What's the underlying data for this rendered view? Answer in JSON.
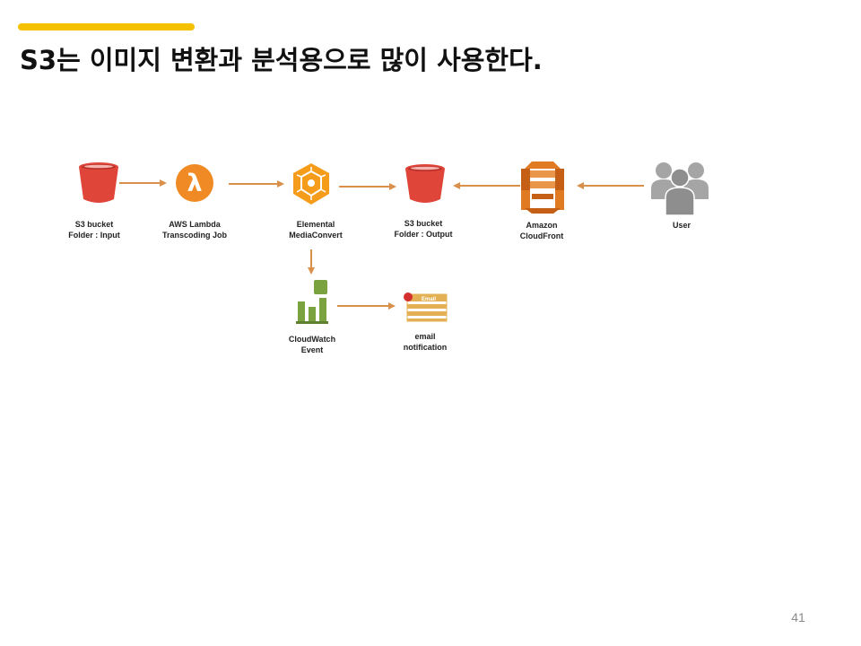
{
  "slide": {
    "title": "S3는 이미지 변환과 분석용으로 많이 사용한다.",
    "page_number": "41"
  },
  "colors": {
    "accent_bar": "#F5C000",
    "arrow": "#D9904A",
    "s3_red": "#E0453A",
    "lambda_orange": "#F08A24",
    "mediaconvert_orange": "#F59C1B",
    "cloudfront_orange": "#E07B23",
    "cloudwatch_green": "#7AA23F",
    "user_gray": "#9E9E9E",
    "email_gold": "#E4B054",
    "email_red_dot": "#D32F2F"
  },
  "diagram": {
    "nodes": {
      "s3_input": {
        "icon": "s3-bucket-icon",
        "line1": "S3 bucket",
        "line2": "Folder : Input"
      },
      "lambda": {
        "icon": "lambda-icon",
        "line1": "AWS Lambda",
        "line2": "Transcoding Job"
      },
      "mediaconvert": {
        "icon": "mediaconvert-icon",
        "line1": "Elemental",
        "line2": "MediaConvert"
      },
      "s3_output": {
        "icon": "s3-bucket-icon",
        "line1": "S3 bucket",
        "line2": "Folder : Output"
      },
      "cloudfront": {
        "icon": "cloudfront-icon",
        "line1": "Amazon",
        "line2": "CloudFront"
      },
      "user": {
        "icon": "users-icon",
        "line1": "User"
      },
      "cloudwatch": {
        "icon": "cloudwatch-icon",
        "line1": "CloudWatch",
        "line2": "Event"
      },
      "email": {
        "icon": "email-icon",
        "badge": "Email",
        "line1": "email",
        "line2": "notification"
      }
    },
    "edges": [
      {
        "from": "s3_input",
        "to": "lambda"
      },
      {
        "from": "lambda",
        "to": "mediaconvert"
      },
      {
        "from": "mediaconvert",
        "to": "s3_output"
      },
      {
        "from": "cloudfront",
        "to": "s3_output"
      },
      {
        "from": "user",
        "to": "cloudfront"
      },
      {
        "from": "mediaconvert",
        "to": "cloudwatch"
      },
      {
        "from": "cloudwatch",
        "to": "email"
      }
    ]
  }
}
